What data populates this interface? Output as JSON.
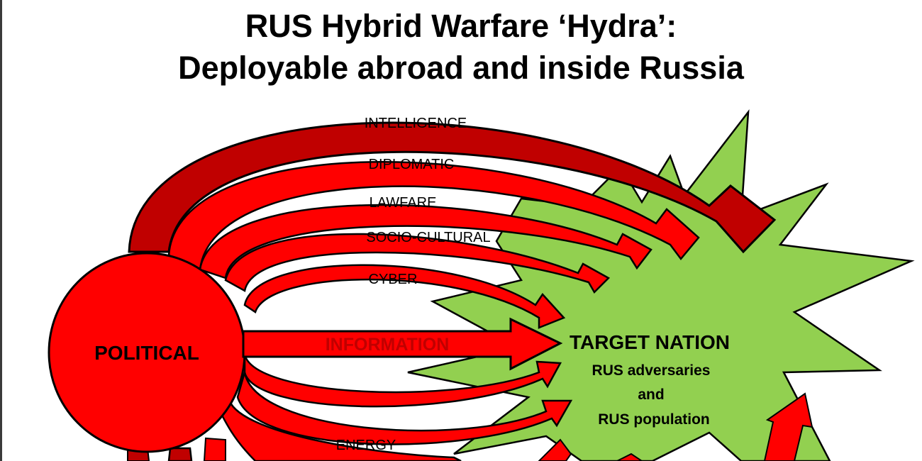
{
  "title": {
    "line1": "RUS Hybrid Warfare ‘Hydra’:",
    "line2": "Deployable abroad and inside Russia"
  },
  "source": {
    "label": "POLITICAL"
  },
  "target": {
    "heading": "TARGET NATION",
    "line1": "RUS adversaries",
    "line2": "and",
    "line3": "RUS population"
  },
  "channels": {
    "intelligence": "INTELLIGENCE",
    "diplomatic": "DIPLOMATIC",
    "lawfare": "LAWFARE",
    "socio_cultural": "SOCIO-CULTURAL",
    "cyber": "CYBER",
    "information": "INFORMATION",
    "energy": "ENERGY"
  },
  "colors": {
    "arrow_fill": "#ff0000",
    "arrow_dark": "#c00000",
    "circle_fill": "#ff0000",
    "star_fill": "#92d050",
    "outline": "#000000"
  }
}
